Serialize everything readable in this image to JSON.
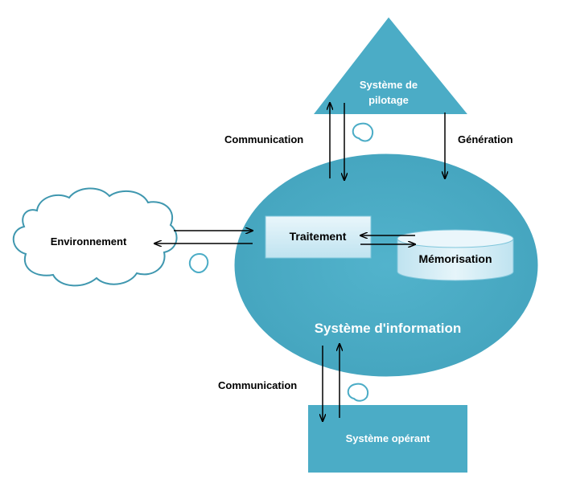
{
  "diagram": {
    "pilotage_label_line1": "Système de",
    "pilotage_label_line2": "pilotage",
    "information_label": "Système d'information",
    "traitement_label": "Traitement",
    "memorisation_label": "Mémorisation",
    "environnement_label": "Environnement",
    "operant_label": "Système opérant",
    "communication_top_label": "Communication",
    "generation_label": "Génération",
    "communication_bottom_label": "Communication"
  },
  "colors": {
    "teal": "#4BACC6",
    "teal_dark": "#3F97AF",
    "box_light": "#DDF0F8",
    "cylinder_light": "#D6EDF5",
    "white": "#FFFFFF",
    "text": "#000000"
  }
}
